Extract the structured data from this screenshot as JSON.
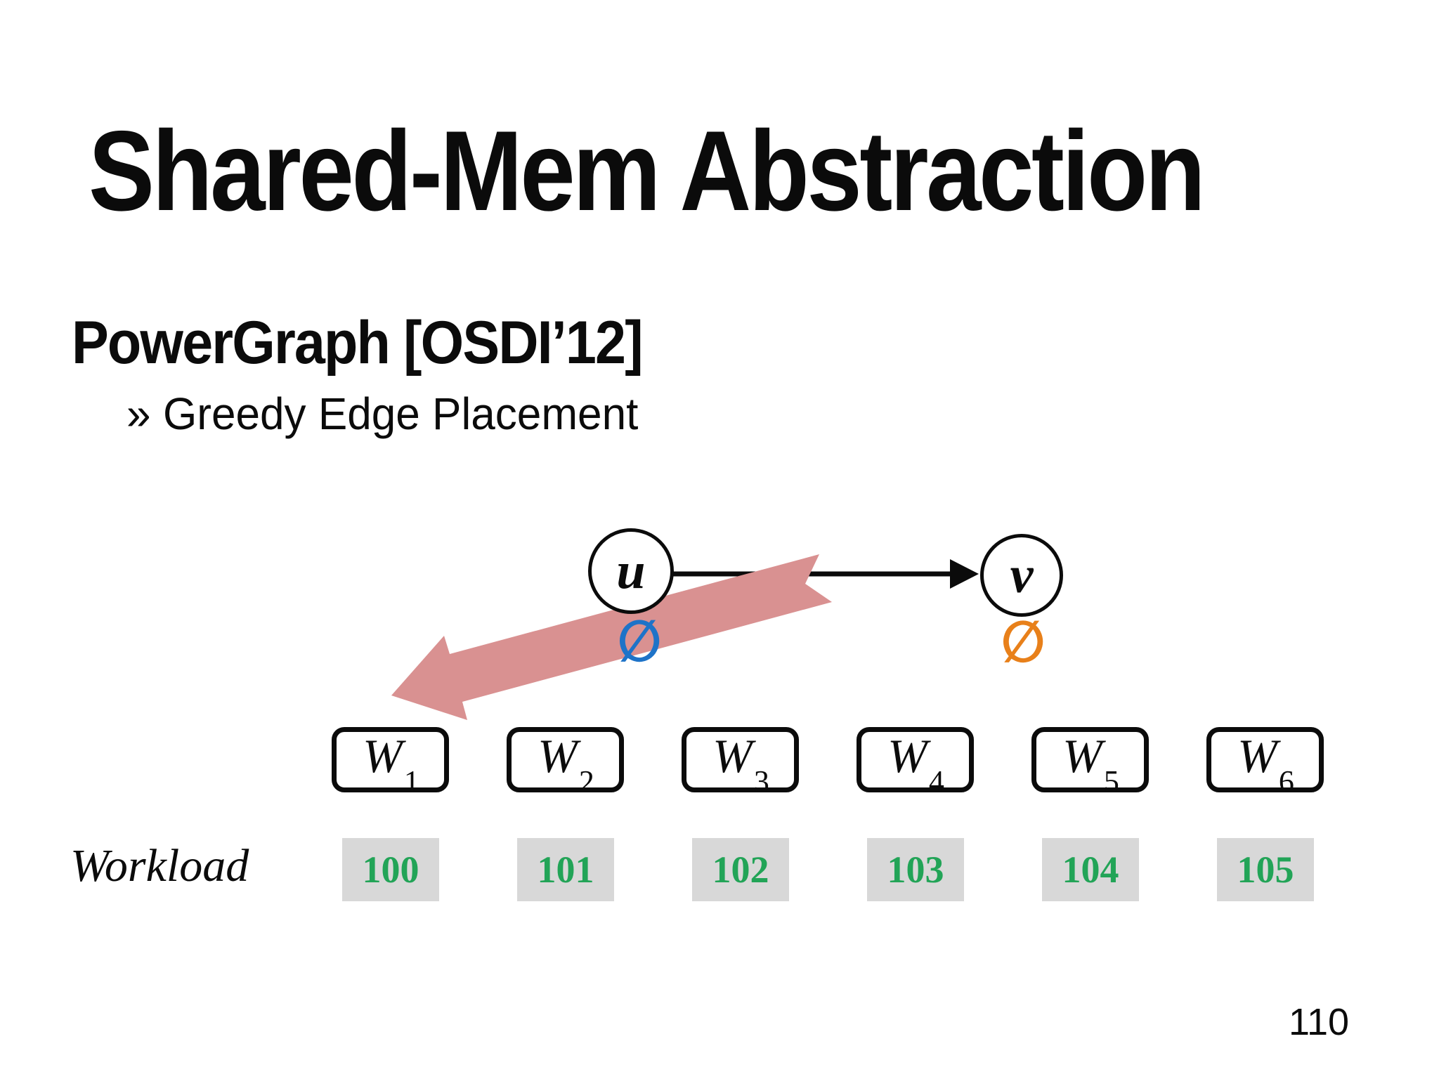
{
  "slide": {
    "title": "Shared-Mem Abstraction",
    "subtitle": "PowerGraph [OSDI’12]",
    "bullet_marker": "»",
    "bullet_text": "Greedy Edge Placement",
    "page_number": "110"
  },
  "graph": {
    "node_u": {
      "label": "u",
      "state_symbol": "∅",
      "state_color": "#1E73C8"
    },
    "node_v": {
      "label": "v",
      "state_symbol": "∅",
      "state_color": "#E8801A"
    },
    "edge_color": "#0b0b0b",
    "assignment_arrow_color": "#D99191"
  },
  "workers": {
    "prefix": "W",
    "subscripts": [
      "1",
      "2",
      "3",
      "4",
      "5",
      "6"
    ]
  },
  "workload": {
    "label": "Workload",
    "values": [
      "100",
      "101",
      "102",
      "103",
      "104",
      "105"
    ],
    "value_color": "#22A457",
    "cell_background": "#D8D8D8"
  }
}
